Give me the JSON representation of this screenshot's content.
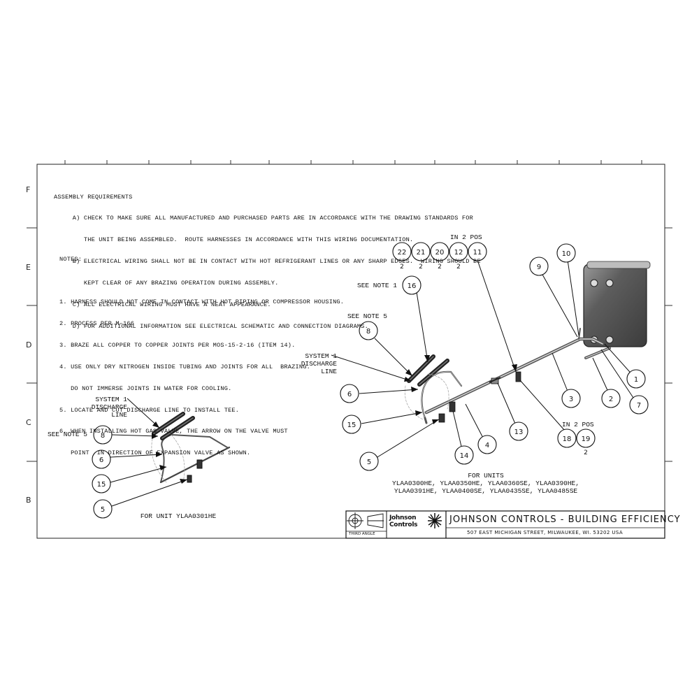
{
  "row_letters": [
    "F",
    "E",
    "D",
    "C",
    "B"
  ],
  "assembly": {
    "heading": "ASSEMBLY REQUIREMENTS",
    "lines": [
      "     A) CHECK TO MAKE SURE ALL MANUFACTURED AND PURCHASED PARTS ARE IN ACCORDANCE WITH THE DRAWING STANDARDS FOR",
      "        THE UNIT BEING ASSEMBLED.  ROUTE HARNESSES IN ACCORDANCE WITH THIS WIRING DOCUMENTATION.",
      "     B) ELECTRICAL WIRING SHALL NOT BE IN CONTACT WITH HOT REFRIGERANT LINES OR ANY SHARP EDGES.  WIRING SHOULD BE",
      "        KEPT CLEAR OF ANY BRAZING OPERATION DURING ASSEMBLY.",
      "     C) ALL ELECTRICAL WIRING MUST HAVE A NEAT APPEARANCE.",
      "     D) FOR ADDITIONAL INFORMATION SEE ELECTRICAL SCHEMATIC AND CONNECTION DIAGRAMS."
    ]
  },
  "notes": {
    "heading": "NOTES:",
    "lines": [
      "1. HARNESS SHOULD NOT COME IN CONTACT WITH HOT PIPING OR COMPRESSOR HOUSING.",
      "2. PROCESS PER M-166",
      "3. BRAZE ALL COPPER TO COPPER JOINTS PER MOS-15-2-16 (ITEM 14).",
      "4. USE ONLY DRY NITROGEN INSIDE TUBING AND JOINTS FOR ALL  BRAZING.",
      "   DO NOT IMMERSE JOINTS IN WATER FOR COOLING.",
      "5. LOCATE AND CUT DISCHARGE LINE TO INSTALL TEE.",
      "6. WHEN INSTALLING HOT GAS VALVE, THE ARROW ON THE VALVE MUST",
      "   POINT  IN DIRECTION OF EXPANSION VALVE AS SHOWN."
    ]
  },
  "callouts": {
    "in_2_pos_top": "IN 2 POS",
    "in_2_pos_mid": "IN 2 POS",
    "see_note_1": "SEE NOTE 1",
    "see_note_5_main": "SEE NOTE 5",
    "see_note_5_small": "SEE NOTE 5",
    "system1_main": "SYSTEM 1\nDISCHARGE\nLINE",
    "system1_small": "SYSTEM 1\nDISCHARGE\nLINE",
    "bubbles_top": [
      {
        "n": "22",
        "qty": "2"
      },
      {
        "n": "21",
        "qty": "2"
      },
      {
        "n": "20",
        "qty": "2"
      },
      {
        "n": "12",
        "qty": "2"
      },
      {
        "n": "11",
        "qty": ""
      }
    ],
    "bubbles_main": [
      "16",
      "8",
      "6",
      "15",
      "5",
      "14",
      "4",
      "13",
      "3",
      "2",
      "1",
      "7",
      "9",
      "10"
    ],
    "bubbles_pos": [
      {
        "n": "18",
        "qty": ""
      },
      {
        "n": "19",
        "qty": "2"
      }
    ],
    "bubbles_small": [
      "8",
      "6",
      "15",
      "5"
    ]
  },
  "captions": {
    "units_main": "FOR UNITS\nYLAA0300HE, YLAA0350HE, YLAA0360SE, YLAA0390HE,\nYLAA0391HE, YLAA0400SE, YLAA0435SE, YLAA0485SE",
    "unit_small": "FOR UNIT YLAA0301HE"
  },
  "title_block": {
    "projection": "THIRD ANGLE",
    "brand": "Johnson\nControls",
    "company": "JOHNSON CONTROLS - BUILDING EFFICIENCY",
    "address": "507 EAST MICHIGAN STREET, MILWAUKEE, WI. 53202 USA"
  },
  "colors": {
    "ink": "#111111",
    "paper": "#ffffff",
    "hex_body": "#5b5b5b",
    "pipe": "#7a7a7a",
    "cable": "#333333"
  }
}
